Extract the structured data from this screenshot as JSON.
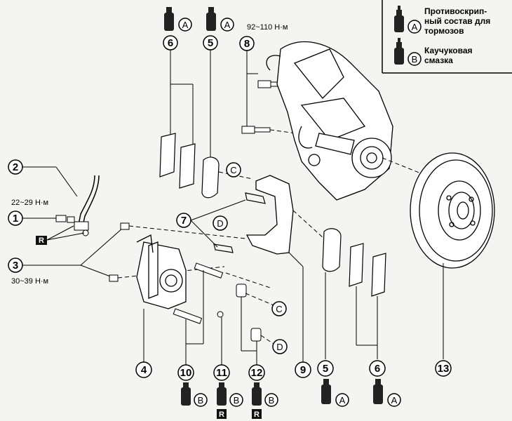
{
  "legend": {
    "a_line1": "Противоскрип-",
    "a_line2": "ный состав для",
    "a_line3": "тормозов",
    "b_line1": "Каучуковая",
    "b_line2": "смазка",
    "a_letter": "A",
    "b_letter": "B"
  },
  "torques": {
    "t1": "92~110 Н·м",
    "t2": "22~29 Н·м",
    "t3": "30~39 Н·м"
  },
  "callouts": {
    "n1": "1",
    "n2": "2",
    "n3": "3",
    "n4": "4",
    "n5": "5",
    "n6": "6",
    "n7": "7",
    "n8": "8",
    "n9": "9",
    "n10": "10",
    "n11": "11",
    "n12": "12",
    "n13": "13"
  },
  "letters": {
    "A": "A",
    "B": "B",
    "C": "C",
    "D": "D",
    "R": "R"
  }
}
